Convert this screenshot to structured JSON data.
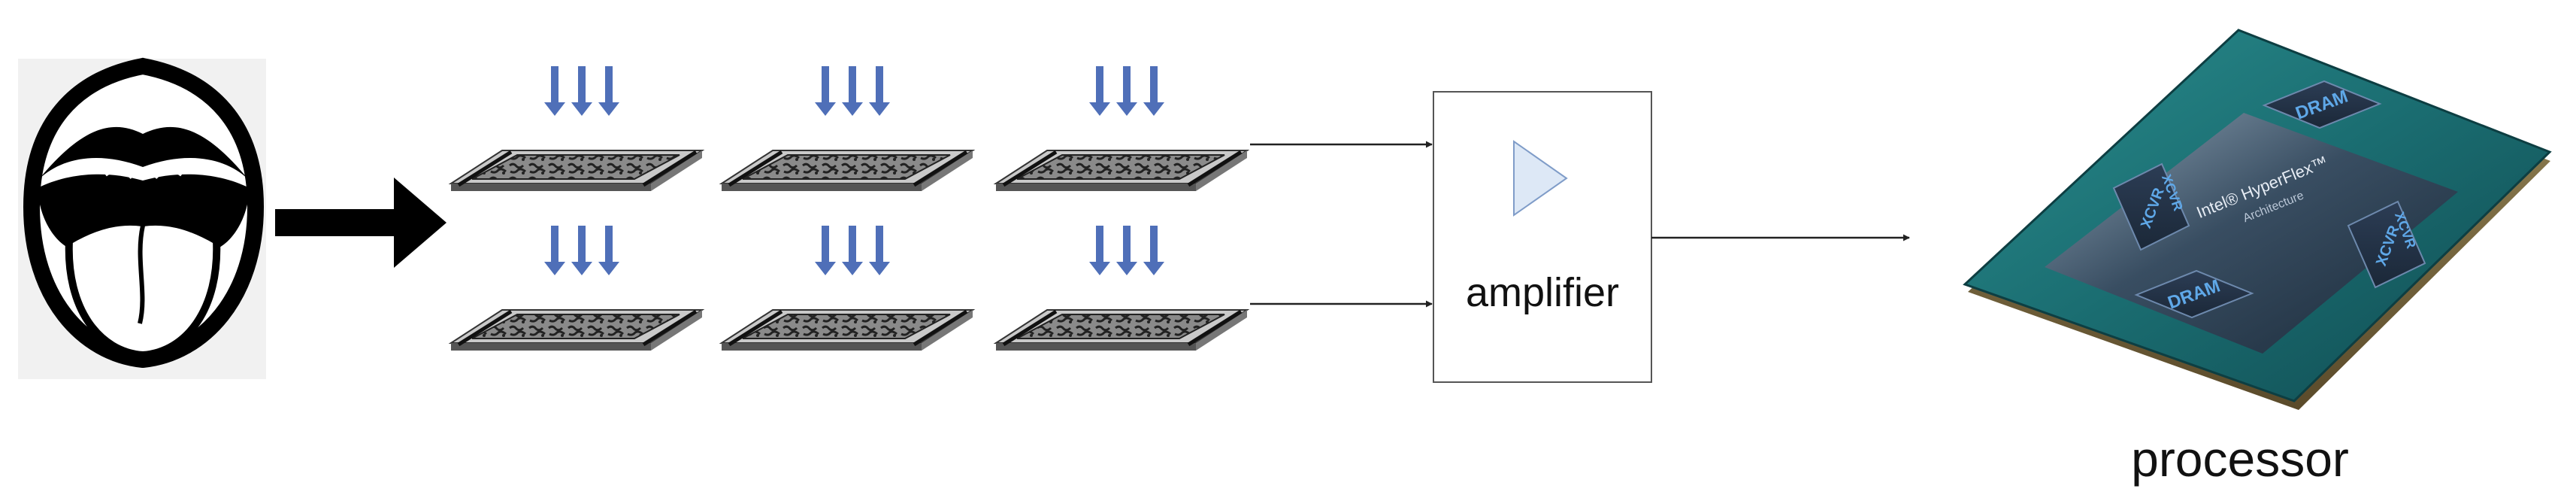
{
  "diagram": {
    "nodes": [
      {
        "id": "tongue",
        "kind": "tongue-icon"
      },
      {
        "id": "sensor-array",
        "kind": "sensor-chip-icon",
        "count": 6
      },
      {
        "id": "amplifier",
        "label": "amplifier"
      },
      {
        "id": "processor",
        "label": "processor"
      }
    ],
    "edges": [
      {
        "from": "tongue",
        "to": "sensor-array"
      },
      {
        "from": "sensor-array",
        "to": "amplifier"
      },
      {
        "from": "amplifier",
        "to": "processor"
      }
    ],
    "chip_labels": {
      "top": "DRAM",
      "bottom": "DRAM",
      "left": "XCVR",
      "left2": "XCVR",
      "right": "XCVR",
      "right2": "XCVR",
      "center_line1": "Intel® HyperFlex™",
      "center_line2": "Architecture"
    },
    "colors": {
      "arrow_blue": "#4f6fb8",
      "chip_teal": "#1d6f73",
      "triangle_fill": "#dde8f6",
      "triangle_stroke": "#7f9cc8"
    }
  }
}
